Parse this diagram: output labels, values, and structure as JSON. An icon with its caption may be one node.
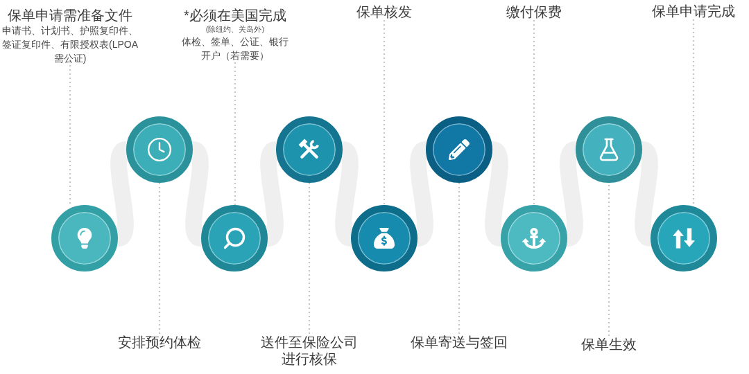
{
  "diagram": {
    "nodes": [
      {
        "text": [],
        "shape": "circle"
      },
      {
        "text": [],
        "shape": "circle"
      },
      {
        "text": [],
        "shape": "circle"
      },
      {
        "text": [],
        "shape": "circle"
      },
      {
        "text": [],
        "shape": "circle"
      },
      {
        "text": [],
        "shape": "circle"
      },
      {
        "text": [],
        "shape": "circle"
      },
      {
        "text": [],
        "shape": "circle"
      },
      {
        "text": [],
        "shape": "circle"
      },
      {
        "text": [
          "保单申请需准备文件",
          "申请书、计划书、护照复印件、签证复印件、有限授权表(LPOA 需公证)"
        ]
      },
      {
        "text": [
          "安排预约体检"
        ]
      },
      {
        "text": [
          "*必须在美国完成",
          "(除纽约、关岛外)",
          "体检、签单、公证、银行开户（若需要）"
        ]
      },
      {
        "text": [
          "送件至保险公司进行核保"
        ]
      },
      {
        "text": [
          "保单核发"
        ]
      },
      {
        "text": [
          "保单寄送与签回"
        ]
      },
      {
        "text": [
          "缴付保费"
        ]
      },
      {
        "text": [
          "保单生效"
        ]
      },
      {
        "text": [
          "保单申请完成"
        ]
      }
    ],
    "edges": [
      {
        "from": 0,
        "to": 1,
        "arrow": "none",
        "style": "thick",
        "color": "#efefef"
      },
      {
        "from": 1,
        "to": 2,
        "arrow": "none",
        "style": "thick",
        "color": "#efefef"
      },
      {
        "from": 2,
        "to": 3,
        "arrow": "none",
        "style": "thick",
        "color": "#efefef"
      },
      {
        "from": 3,
        "to": 4,
        "arrow": "none",
        "style": "thick",
        "color": "#efefef"
      },
      {
        "from": 4,
        "to": 5,
        "arrow": "none",
        "style": "thick",
        "color": "#efefef"
      },
      {
        "from": 5,
        "to": 6,
        "arrow": "none",
        "style": "thick",
        "color": "#efefef"
      },
      {
        "from": 6,
        "to": 7,
        "arrow": "none",
        "style": "thick",
        "color": "#efefef"
      },
      {
        "from": 7,
        "to": 8,
        "arrow": "none",
        "style": "thick",
        "color": "#efefef"
      },
      {
        "from": 9,
        "to": 0,
        "arrow": "none",
        "style": "dashed"
      },
      {
        "from": 10,
        "to": 1,
        "arrow": "none",
        "style": "dashed"
      },
      {
        "from": 11,
        "to": 2,
        "arrow": "none",
        "style": "dashed"
      },
      {
        "from": 12,
        "to": 3,
        "arrow": "none",
        "style": "dashed"
      },
      {
        "from": 13,
        "to": 4,
        "arrow": "none",
        "style": "dashed"
      },
      {
        "from": 14,
        "to": 5,
        "arrow": "none",
        "style": "dashed"
      },
      {
        "from": 15,
        "to": 6,
        "arrow": "none",
        "style": "dashed"
      },
      {
        "from": 16,
        "to": 7,
        "arrow": "none",
        "style": "dashed"
      },
      {
        "from": 17,
        "to": 8,
        "arrow": "none",
        "style": "dashed"
      }
    ]
  }
}
